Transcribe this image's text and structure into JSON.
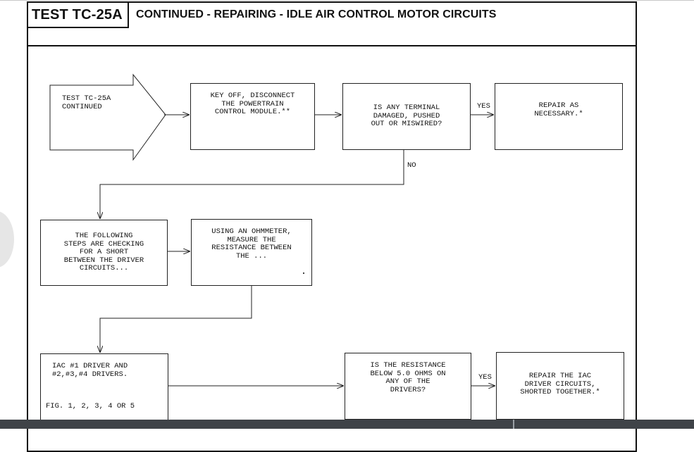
{
  "header": {
    "test_id": "TEST TC-25A",
    "title": "CONTINUED - REPAIRING - IDLE AIR CONTROL MOTOR CIRCUITS"
  },
  "flowchart": {
    "start": "TEST TC-25A\nCONTINUED",
    "step_disconnect": "KEY OFF, DISCONNECT\nTHE POWERTRAIN\nCONTROL MODULE.**",
    "q_terminal": "IS ANY TERMINAL\nDAMAGED, PUSHED\nOUT OR MISWIRED?",
    "yes_label_1": "YES",
    "repair_1": "REPAIR AS\nNECESSARY.*",
    "no_label": "NO",
    "step_following": "THE FOLLOWING\nSTEPS ARE CHECKING\nFOR A SHORT\nBETWEEN THE DRIVER\nCIRCUITS...",
    "step_ohmmeter": "USING AN OHMMETER,\nMEASURE THE\nRESISTANCE BETWEEN\nTHE ...",
    "step_drivers": "IAC #1 DRIVER AND\n#2,#3,#4 DRIVERS.",
    "fig_ref": "FIG. 1, 2, 3, 4 OR 5",
    "q_resistance": "IS THE RESISTANCE\nBELOW 5.0 OHMS ON\nANY OF THE\nDRIVERS?",
    "yes_label_2": "YES",
    "repair_2": "REPAIR THE IAC\nDRIVER CIRCUITS,\nSHORTED TOGETHER.*"
  }
}
